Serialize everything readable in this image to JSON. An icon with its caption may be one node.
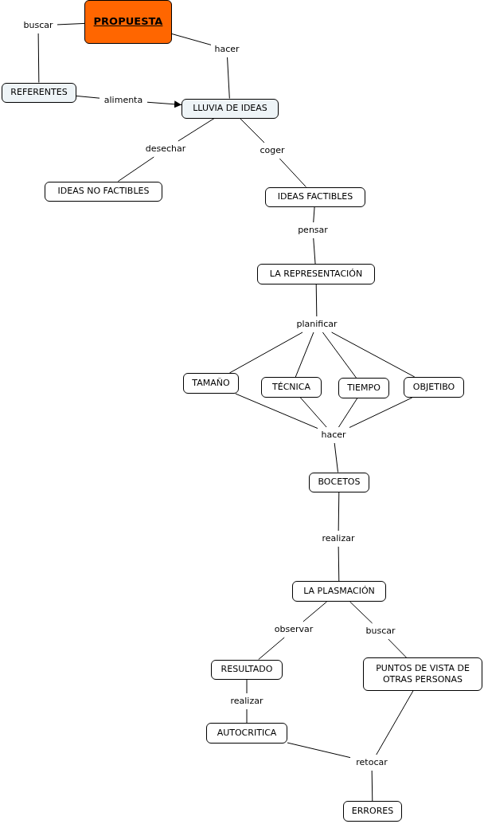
{
  "diagram": {
    "nodes": [
      {
        "text": [
          "PROPUESTA"
        ]
      },
      {
        "text": [
          "buscar"
        ]
      },
      {
        "text": [
          "hacer"
        ]
      },
      {
        "text": [
          "REFERENTES"
        ]
      },
      {
        "text": [
          "alimenta"
        ]
      },
      {
        "text": [
          "LLUVIA DE IDEAS"
        ]
      },
      {
        "text": [
          "desechar"
        ]
      },
      {
        "text": [
          "coger"
        ]
      },
      {
        "text": [
          "IDEAS NO FACTIBLES"
        ]
      },
      {
        "text": [
          "IDEAS FACTIBLES"
        ]
      },
      {
        "text": [
          "pensar"
        ]
      },
      {
        "text": [
          "LA REPRESENTACIÓN"
        ]
      },
      {
        "text": [
          "planificar"
        ]
      },
      {
        "text": [
          "TAMAÑO"
        ]
      },
      {
        "text": [
          "TÉCNICA"
        ]
      },
      {
        "text": [
          "TIEMPO"
        ]
      },
      {
        "text": [
          "OBJETIBO"
        ]
      },
      {
        "text": [
          "hacer"
        ]
      },
      {
        "text": [
          "BOCETOS"
        ]
      },
      {
        "text": [
          "realizar"
        ]
      },
      {
        "text": [
          "LA PLASMACIÓN"
        ]
      },
      {
        "text": [
          "observar"
        ]
      },
      {
        "text": [
          "buscar"
        ]
      },
      {
        "text": [
          "RESULTADO"
        ]
      },
      {
        "text": [
          "PUNTOS DE VISTA DE OTRAS PERSONAS"
        ]
      },
      {
        "text": [
          "realizar"
        ]
      },
      {
        "text": [
          "AUTOCRITICA"
        ]
      },
      {
        "text": [
          "retocar"
        ]
      },
      {
        "text": [
          "ERRORES"
        ]
      }
    ],
    "edges": [
      {
        "from": 0,
        "to": 1,
        "arrow": "none"
      },
      {
        "from": 1,
        "to": 3,
        "arrow": "none"
      },
      {
        "from": 0,
        "to": 2,
        "arrow": "none"
      },
      {
        "from": 2,
        "to": 5,
        "arrow": "none"
      },
      {
        "from": 3,
        "to": 4,
        "arrow": "none"
      },
      {
        "from": 4,
        "to": 5,
        "arrow": "to"
      },
      {
        "from": 5,
        "to": 6,
        "arrow": "none"
      },
      {
        "from": 6,
        "to": 8,
        "arrow": "none"
      },
      {
        "from": 5,
        "to": 7,
        "arrow": "none"
      },
      {
        "from": 7,
        "to": 9,
        "arrow": "none"
      },
      {
        "from": 9,
        "to": 10,
        "arrow": "none"
      },
      {
        "from": 10,
        "to": 11,
        "arrow": "none"
      },
      {
        "from": 11,
        "to": 12,
        "arrow": "none"
      },
      {
        "from": 12,
        "to": 13,
        "arrow": "none"
      },
      {
        "from": 12,
        "to": 14,
        "arrow": "none"
      },
      {
        "from": 12,
        "to": 15,
        "arrow": "none"
      },
      {
        "from": 12,
        "to": 16,
        "arrow": "none"
      },
      {
        "from": 13,
        "to": 17,
        "arrow": "none"
      },
      {
        "from": 14,
        "to": 17,
        "arrow": "none"
      },
      {
        "from": 15,
        "to": 17,
        "arrow": "none"
      },
      {
        "from": 16,
        "to": 17,
        "arrow": "none"
      },
      {
        "from": 17,
        "to": 18,
        "arrow": "none"
      },
      {
        "from": 18,
        "to": 19,
        "arrow": "none"
      },
      {
        "from": 19,
        "to": 20,
        "arrow": "none"
      },
      {
        "from": 20,
        "to": 21,
        "arrow": "none"
      },
      {
        "from": 20,
        "to": 22,
        "arrow": "none"
      },
      {
        "from": 21,
        "to": 23,
        "arrow": "none"
      },
      {
        "from": 22,
        "to": 24,
        "arrow": "none"
      },
      {
        "from": 23,
        "to": 25,
        "arrow": "none"
      },
      {
        "from": 25,
        "to": 26,
        "arrow": "none"
      },
      {
        "from": 26,
        "to": 27,
        "arrow": "none"
      },
      {
        "from": 24,
        "to": 27,
        "arrow": "none"
      },
      {
        "from": 27,
        "to": 28,
        "arrow": "none"
      }
    ]
  }
}
